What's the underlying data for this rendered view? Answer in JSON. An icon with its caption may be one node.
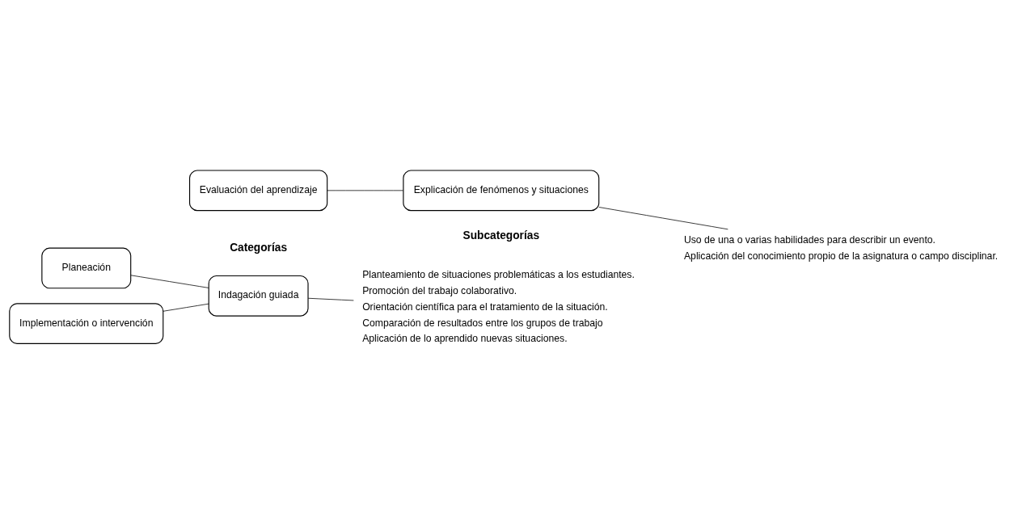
{
  "diagram": {
    "nodes": [
      {
        "text": [
          "Planeación"
        ]
      },
      {
        "text": [
          "Implementación o intervención"
        ]
      },
      {
        "text": [
          "Indagación guiada"
        ]
      },
      {
        "text": [
          "Evaluación del aprendizaje"
        ]
      },
      {
        "text": [
          "Explicación de fenómenos y situaciones"
        ]
      },
      {
        "text": [
          "Planteamiento de situaciones problemáticas a los estudiantes.",
          "Promoción del trabajo colaborativo.",
          "Orientación científica para el tratamiento de la situación.",
          "Comparación de resultados entre los grupos de trabajo",
          "Aplicación de lo aprendido nuevas situaciones."
        ]
      },
      {
        "text": [
          "Uso de una o varias habilidades para describir un evento.",
          "Aplicación del conocimiento propio de la asignatura o campo disciplinar."
        ]
      }
    ],
    "edges": [
      {
        "from": 0,
        "to": 2,
        "arrow": "none"
      },
      {
        "from": 1,
        "to": 2,
        "arrow": "none"
      },
      {
        "from": 3,
        "to": 4,
        "arrow": "none"
      },
      {
        "from": 2,
        "to": 5,
        "arrow": "none"
      },
      {
        "from": 4,
        "to": 6,
        "arrow": "none"
      }
    ],
    "labels": [
      "Categorías",
      "Subcategorías"
    ]
  }
}
